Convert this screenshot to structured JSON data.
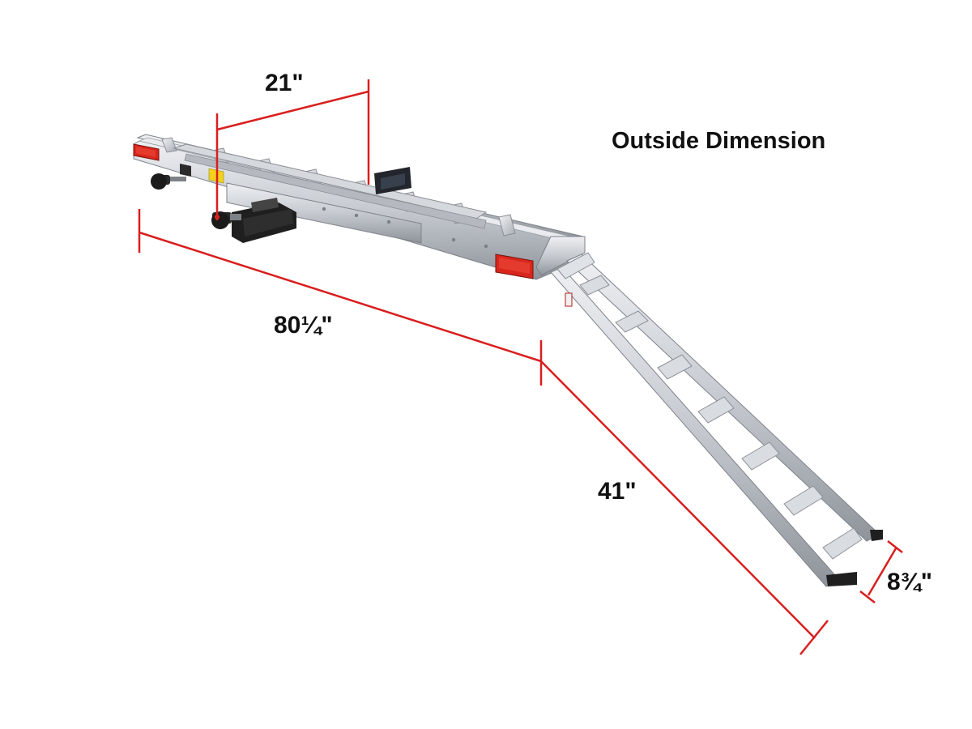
{
  "title": "Outside Dimension",
  "dimensions": {
    "platform_width": "21\"",
    "platform_length": "80¼\"",
    "ramp_length": "41\"",
    "ramp_width": "8¾\""
  },
  "colors": {
    "dimension_line": "#d91e1e",
    "aluminum": "#c9ccd1",
    "aluminum_dark": "#8d9299",
    "hitch": "#1f1f1f",
    "reflector": "#d8261c",
    "warning_label": "#f2d21b"
  }
}
